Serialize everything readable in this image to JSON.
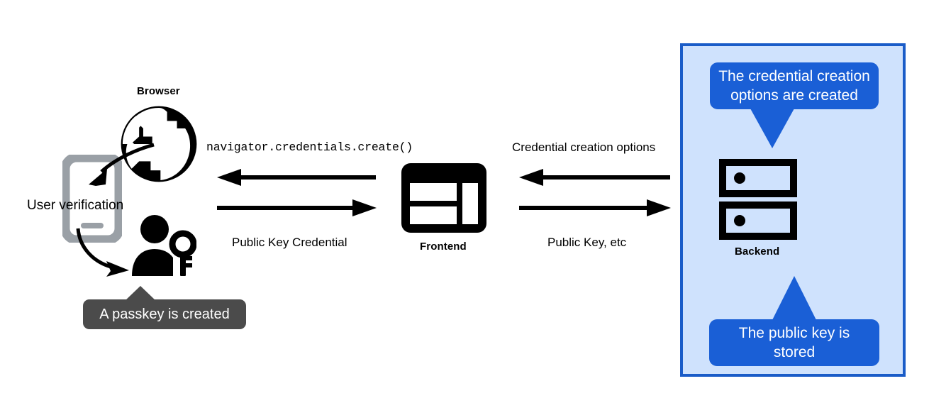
{
  "diagram": {
    "title": "WebAuthn passkey registration flow",
    "colors": {
      "callout_blue": "#1a5fd6",
      "panel_fill": "#cfe2fd",
      "panel_border": "#1a5cc8",
      "tooltip_gray": "#4b4b4b",
      "phone_gray": "#9aa0a6",
      "icon_black": "#000000",
      "background": "#ffffff"
    },
    "nodes": {
      "browser": {
        "label": "Browser",
        "icon": "globe-icon"
      },
      "phone": {
        "label": "User verification",
        "icon": "smartphone-icon"
      },
      "user_key": {
        "icon": "person-with-key-icon"
      },
      "frontend": {
        "label": "Frontend",
        "icon": "browser-window-icon"
      },
      "backend": {
        "label": "Backend",
        "icon": "server-rack-icon"
      }
    },
    "arrows": {
      "browser_to_frontend_label": "navigator.credentials.create()",
      "frontend_to_browser_label": "Public Key Credential",
      "backend_to_frontend_label": "Credential creation options",
      "frontend_to_backend_label": "Public Key, etc"
    },
    "callouts": {
      "passkey_created": "A passkey is created",
      "credential_options_created": "The credential creation options are created",
      "public_key_stored": "The public key is stored"
    }
  }
}
